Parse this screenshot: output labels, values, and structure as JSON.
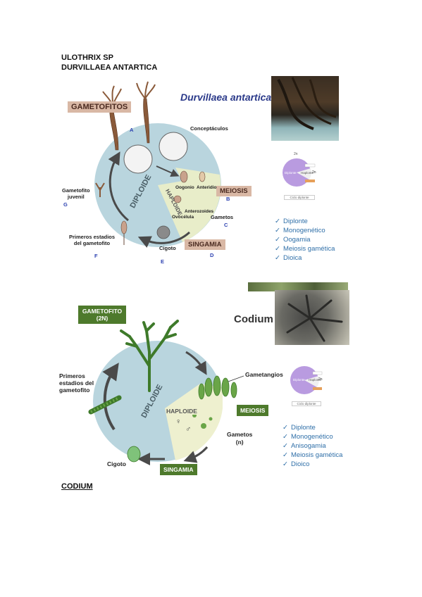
{
  "header": {
    "line1": "ULOTHRIX SP",
    "line2": "DURVILLAEA ANTARTICA"
  },
  "durvillaea": {
    "title": "Durvillaea antartica",
    "tags": {
      "gametofitos": "GAMETOFITOS",
      "meiosis": "MEIOSIS",
      "singamia": "SINGAMIA"
    },
    "labels": {
      "conceptaculos": "Conceptáculos",
      "oogonio": "Oogonio",
      "anteridio": "Anteridio",
      "ovocelula": "Ovocélula",
      "anterozoides": "Anterozoides",
      "gametos": "Gametos",
      "cigoto": "Cigoto",
      "primeros": "Primeros estadios",
      "delgametofito": "del gametofito",
      "gametofito": "Gametofito",
      "juvenil": "juvenil",
      "diploide": "DIPLOIDE",
      "haploide": "HAPLOIDE"
    },
    "letters": {
      "A": "A",
      "B": "B",
      "C": "C",
      "D": "D",
      "E": "E",
      "F": "F",
      "G": "G"
    },
    "mini": {
      "top": "2n",
      "diplonte": "Diplonte",
      "haplonte": "Haplonte",
      "n2n": "2n",
      "caption": "Ciclo diplonte"
    },
    "features": [
      "Diplonte",
      "Monogenético",
      "Oogamia",
      "Meiosis gamética",
      "Dioica"
    ]
  },
  "codium": {
    "title": "Codium",
    "tags": {
      "gametofito": "GAMETOFITO",
      "gametofito2n": "(2N)",
      "meiosis": "MEIOSIS",
      "singamia": "SINGAMIA"
    },
    "labels": {
      "gametangios": "Gametangios",
      "primeros1": "Primeros",
      "primeros2": "estadios del",
      "primeros3": "gametofito",
      "gametos": "Gametos",
      "gametosn": "(n)",
      "cigoto": "Cigoto",
      "diploide": "DIPLOIDE",
      "haploide": "HAPLOIDE"
    },
    "mini": {
      "diplonte": "Diplonte",
      "haplonte": "Haplonte",
      "n2n": "2n",
      "caption": "Ciclo diplonte"
    },
    "features": [
      "Diplonte",
      "Monogenético",
      "Anisogamia",
      "Meiosis gamética",
      "Dioico"
    ]
  },
  "footer": {
    "codium": "CODIUM"
  },
  "icons": {
    "check": "✓",
    "female": "♀",
    "male": "♂"
  }
}
